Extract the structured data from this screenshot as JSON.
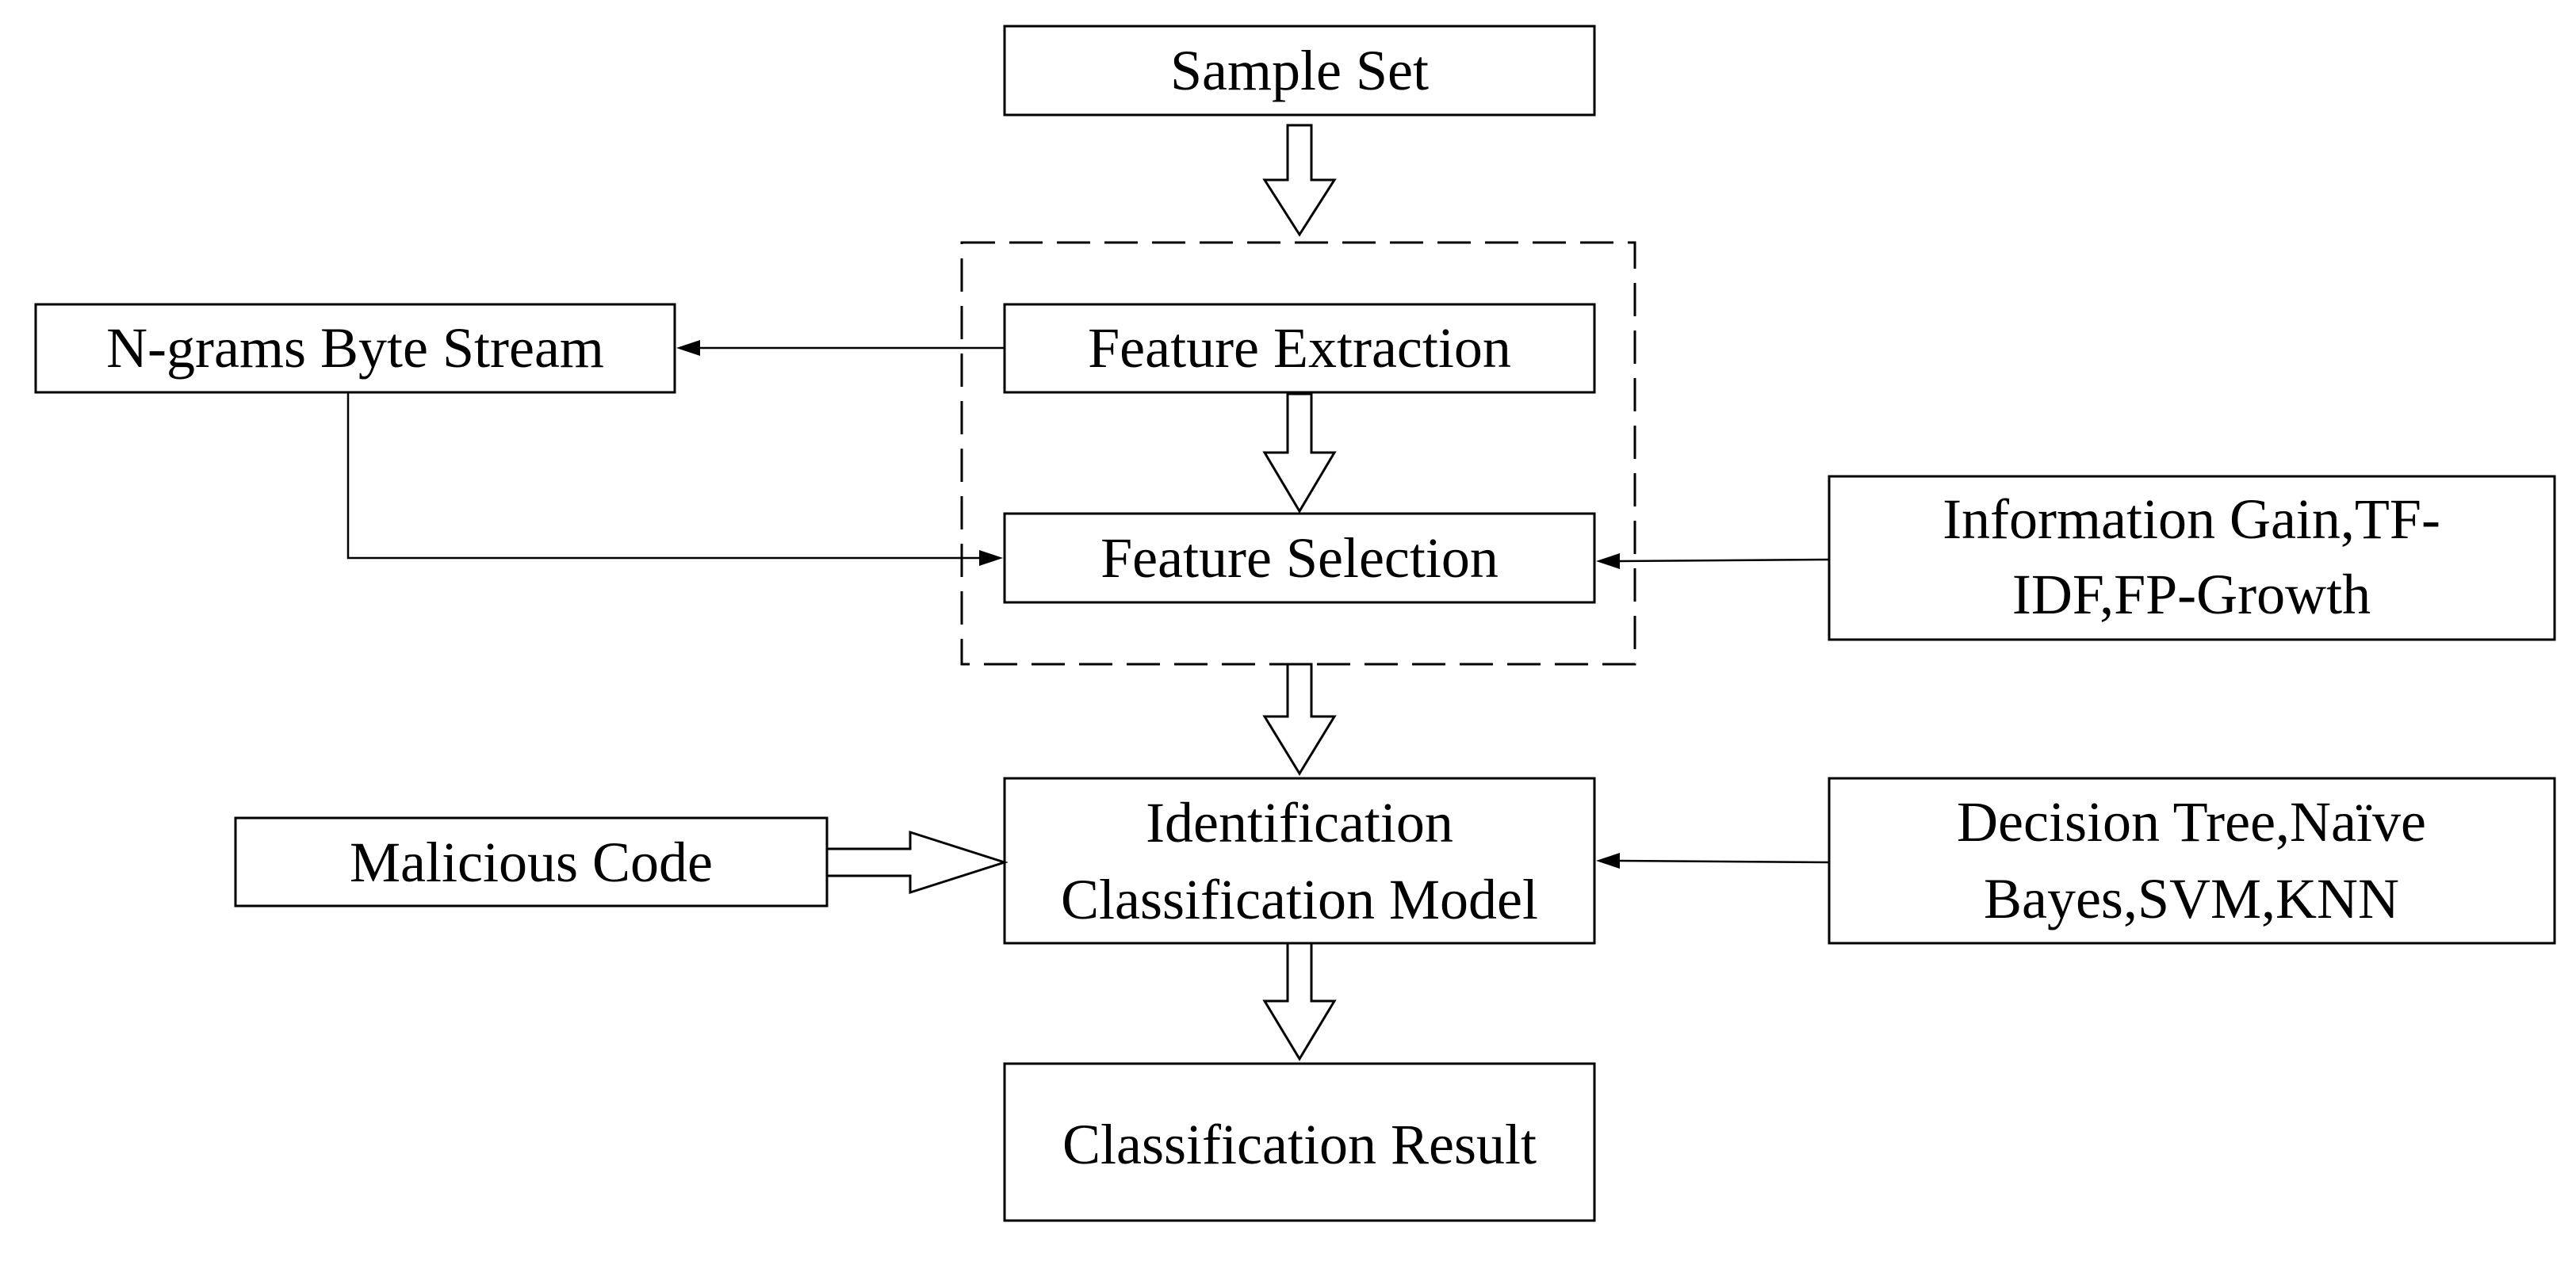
{
  "nodes": {
    "sample_set": "Sample Set",
    "feature_extraction": "Feature Extraction",
    "feature_selection": "Feature Selection",
    "ngrams": "N-grams Byte Stream",
    "info_gain": [
      "Information Gain,TF-",
      "IDF,FP-Growth"
    ],
    "malicious_code": "Malicious Code",
    "model": [
      "Identification",
      "Classification Model"
    ],
    "decision_tree": [
      "Decision Tree,Naïve",
      "Bayes,SVM,KNN"
    ],
    "classification_result": "Classification Result"
  },
  "colors": {
    "stroke": "#000000",
    "background": "#ffffff"
  }
}
